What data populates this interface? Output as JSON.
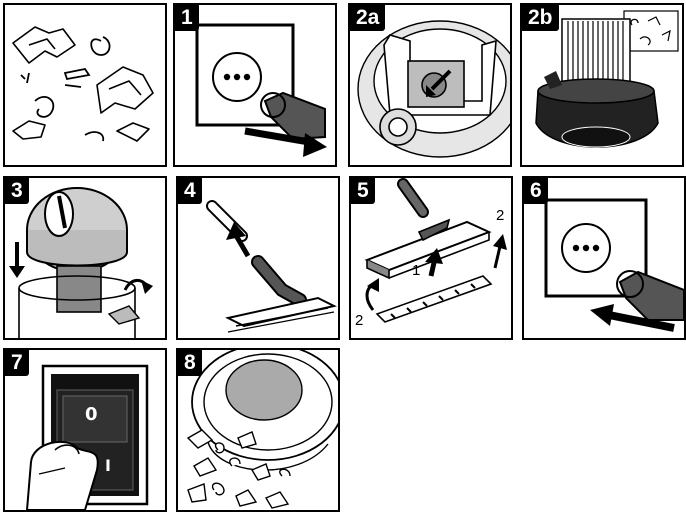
{
  "steps": {
    "s1": "1",
    "s2a": "2a",
    "s2b": "2b",
    "s3": "3",
    "s4": "4",
    "s5": "5",
    "s6": "6",
    "s7": "7",
    "s8": "8"
  },
  "step5_labels": {
    "top_right": "2",
    "center": "1",
    "bottom_left": "2"
  },
  "switch_labels": {
    "off": "0",
    "on": "I"
  },
  "icons": [
    "debris-icon",
    "plug-icon",
    "arrow-icon",
    "filter-bag-icon",
    "cartridge-filter-icon",
    "motor-head-icon",
    "suction-hose-icon",
    "floor-nozzle-icon",
    "socket-icon",
    "power-switch-icon",
    "container-icon"
  ]
}
